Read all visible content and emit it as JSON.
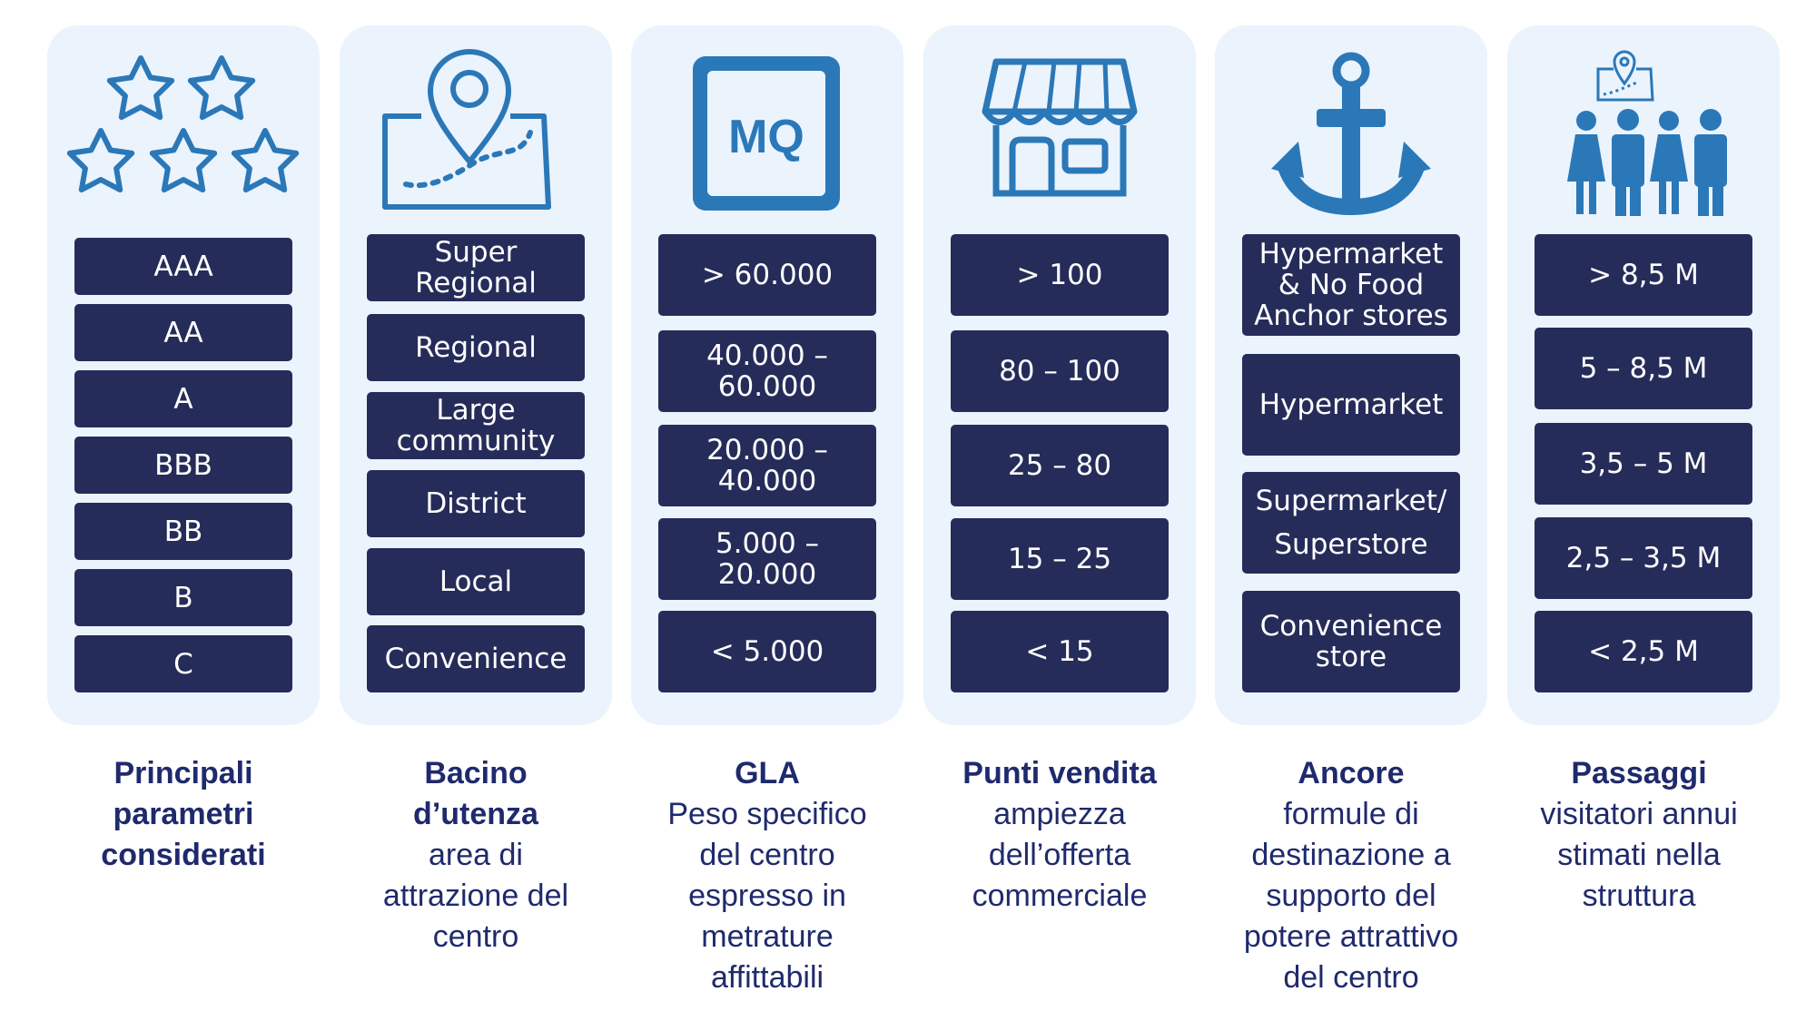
{
  "colors": {
    "panel": "#ebf3fd",
    "box": "#262c59",
    "icon": "#2b78b8",
    "text": "#1f2a6d"
  },
  "columns": [
    {
      "icon": "stars-icon",
      "boxes": [
        "AAA",
        "AA",
        "A",
        "BBB",
        "BB",
        "B",
        "C"
      ],
      "caption_title": "Principali\nparametri\nconsiderati",
      "caption_sub": ""
    },
    {
      "icon": "map-pin-icon",
      "boxes": [
        "Super\nRegional",
        "Regional",
        "Large\ncommunity",
        "District",
        "Local",
        "Convenience"
      ],
      "caption_title": "Bacino\nd’utenza",
      "caption_sub": "area di\nattrazione del\ncentro"
    },
    {
      "icon": "mq-square-icon",
      "icon_label": "MQ",
      "boxes": [
        "> 60.000",
        "40.000 –\n60.000",
        "20.000 –\n40.000",
        "5.000 –\n20.000",
        "< 5.000"
      ],
      "caption_title": "GLA",
      "caption_sub": "Peso specifico\ndel centro\nespresso in\nmetrature\naffittabili"
    },
    {
      "icon": "store-icon",
      "boxes": [
        "> 100",
        "80 – 100",
        "25 – 80",
        "15 – 25",
        "< 15"
      ],
      "caption_title": "Punti vendita",
      "caption_sub": "ampiezza\ndell’offerta\ncommerciale"
    },
    {
      "icon": "anchor-icon",
      "boxes": [
        "Hypermarket\n& No Food\nAnchor stores",
        "Hypermarket",
        "Supermarket/\nSuperstore",
        "Convenience\nstore"
      ],
      "caption_title": "Ancore",
      "caption_sub": "formule di\ndestinazione a\nsupporto del\npotere attrattivo\ndel centro"
    },
    {
      "icon": "people-map-icon",
      "boxes": [
        "> 8,5 M",
        "5 – 8,5 M",
        "3,5 – 5 M",
        "2,5 – 3,5 M",
        "< 2,5 M"
      ],
      "caption_title": "Passaggi",
      "caption_sub": "visitatori annui\nstimati nella\nstruttura"
    }
  ]
}
